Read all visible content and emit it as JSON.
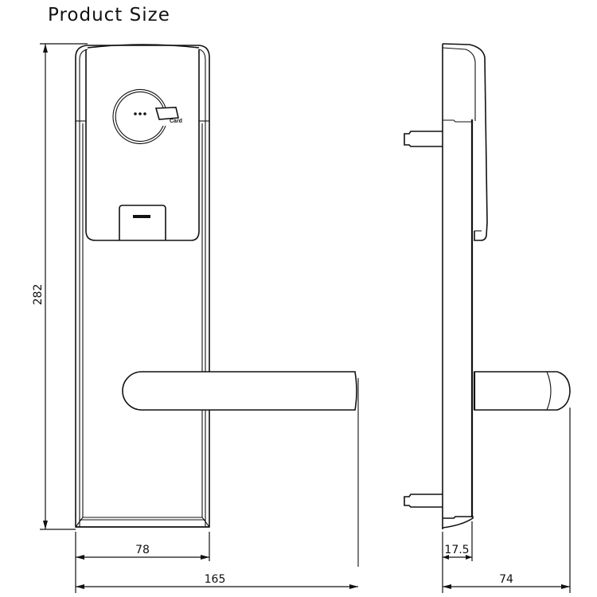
{
  "title": "Product Size",
  "front_view": {
    "reader_card_label": "Card",
    "dimensions": {
      "height": "282",
      "plate_width": "78",
      "total_width": "165"
    }
  },
  "side_view": {
    "dimensions": {
      "plate_thickness": "17.5",
      "total_depth": "74"
    }
  },
  "colors": {
    "line": "#111111",
    "background": "#ffffff"
  }
}
